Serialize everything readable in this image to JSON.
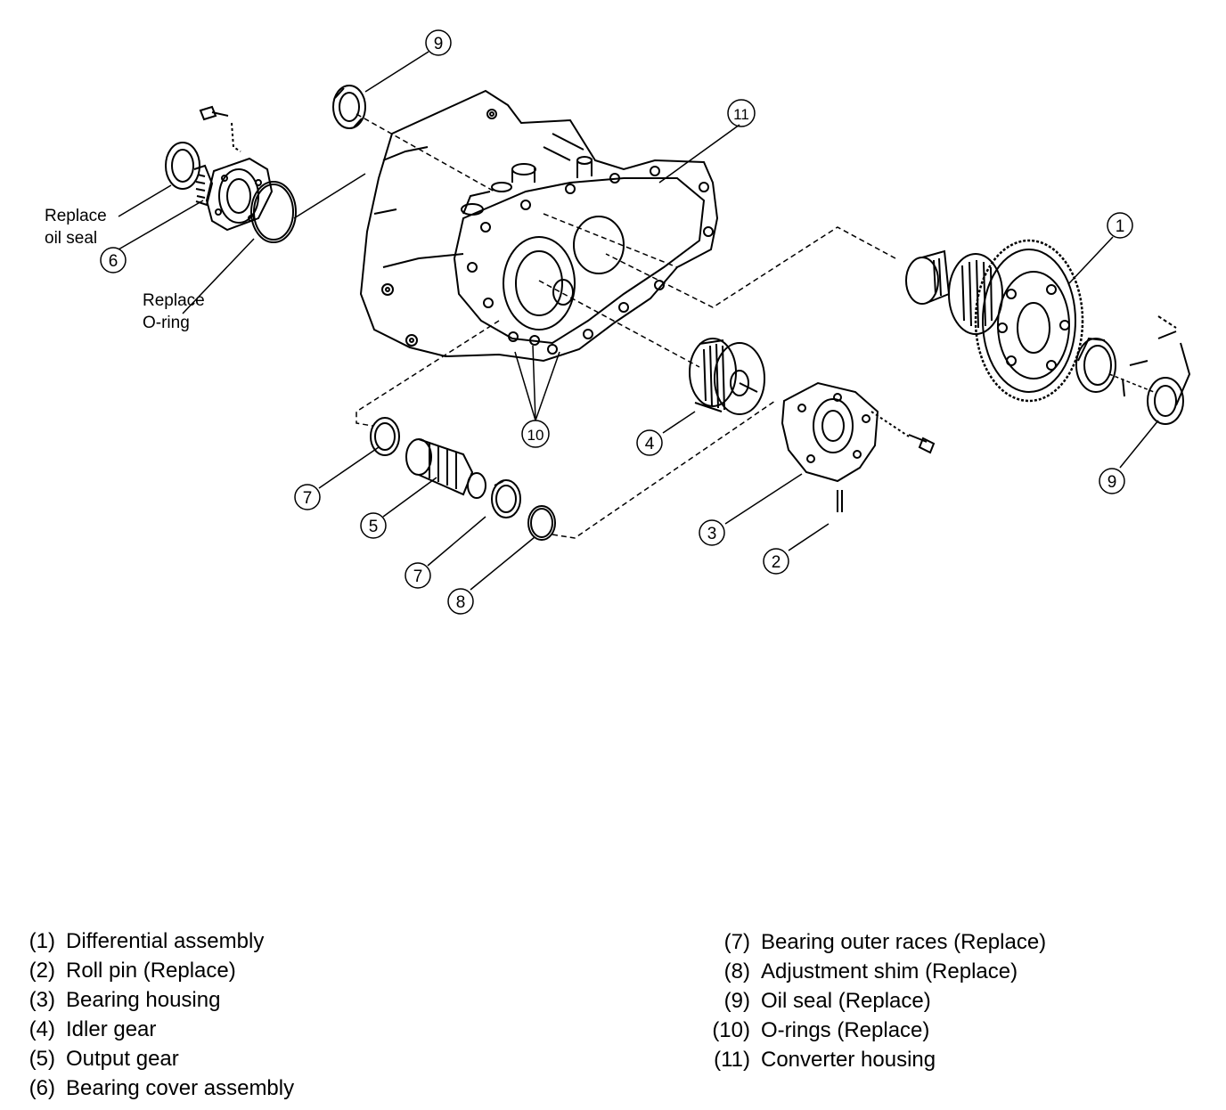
{
  "callouts": {
    "c1": "1",
    "c2": "2",
    "c3": "3",
    "c4": "4",
    "c5": "5",
    "c6": "6",
    "c7a": "7",
    "c7b": "7",
    "c8": "8",
    "c9a": "9",
    "c9b": "9",
    "c10": "10",
    "c11": "11"
  },
  "notes": {
    "oil_seal_line1": "Replace",
    "oil_seal_line2": "oil seal",
    "o_ring_line1": "Replace",
    "o_ring_line2": "O-ring"
  },
  "legend": {
    "left": [
      {
        "num": "(1)",
        "text": "Differential assembly"
      },
      {
        "num": "(2)",
        "text": "Roll pin (Replace)"
      },
      {
        "num": "(3)",
        "text": "Bearing housing"
      },
      {
        "num": "(4)",
        "text": "Idler gear"
      },
      {
        "num": "(5)",
        "text": "Output gear"
      },
      {
        "num": "(6)",
        "text": "Bearing cover assembly"
      }
    ],
    "right": [
      {
        "num": "(7)",
        "text": "Bearing outer races (Replace)"
      },
      {
        "num": "(8)",
        "text": "Adjustment shim (Replace)"
      },
      {
        "num": "(9)",
        "text": "Oil seal (Replace)"
      },
      {
        "num": "(10)",
        "text": "O-rings (Replace)"
      },
      {
        "num": "(11)",
        "text": "Converter housing"
      }
    ]
  }
}
